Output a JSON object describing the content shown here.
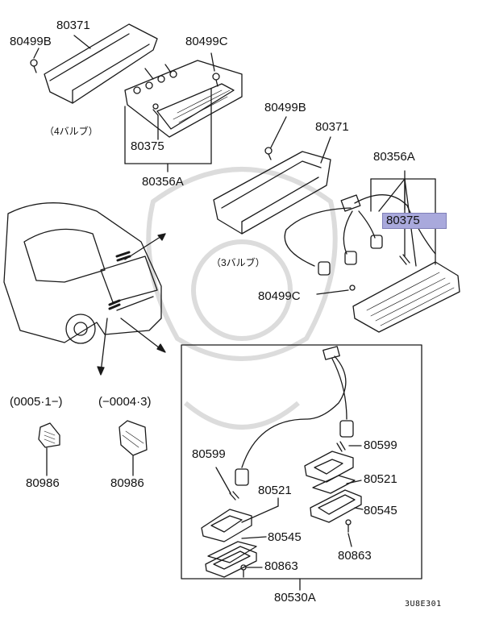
{
  "labels": {
    "top_cover": "80371",
    "top_screw_left": "80499B",
    "top_screw_right": "80499C",
    "top_bulb": "80375",
    "top_assembly": "80356A",
    "top_variant": "（4バルブ）",
    "mid_screw_top": "80499B",
    "mid_cover": "80371",
    "mid_assembly": "80356A",
    "mid_bulb_highlight": "80375",
    "mid_variant": "（3バルブ）",
    "mid_screw_bottom": "80499C",
    "date_range_left": "(0005·1−)",
    "date_range_right": "(−0004·3)",
    "reflector_left": "80986",
    "reflector_right": "80986",
    "license_bulb_left": "80599",
    "license_bulb_right": "80599",
    "license_lens_left": "80521",
    "license_lens_right": "80521",
    "license_gasket_left": "80545",
    "license_gasket_right": "80545",
    "license_screw_left": "80863",
    "license_screw_right": "80863",
    "license_assembly": "80530A",
    "diagram_code": "3U8E301"
  },
  "colors": {
    "line": "#1a1a1a",
    "highlight": "#a9a9dc",
    "watermark": "#d9d9d9"
  }
}
